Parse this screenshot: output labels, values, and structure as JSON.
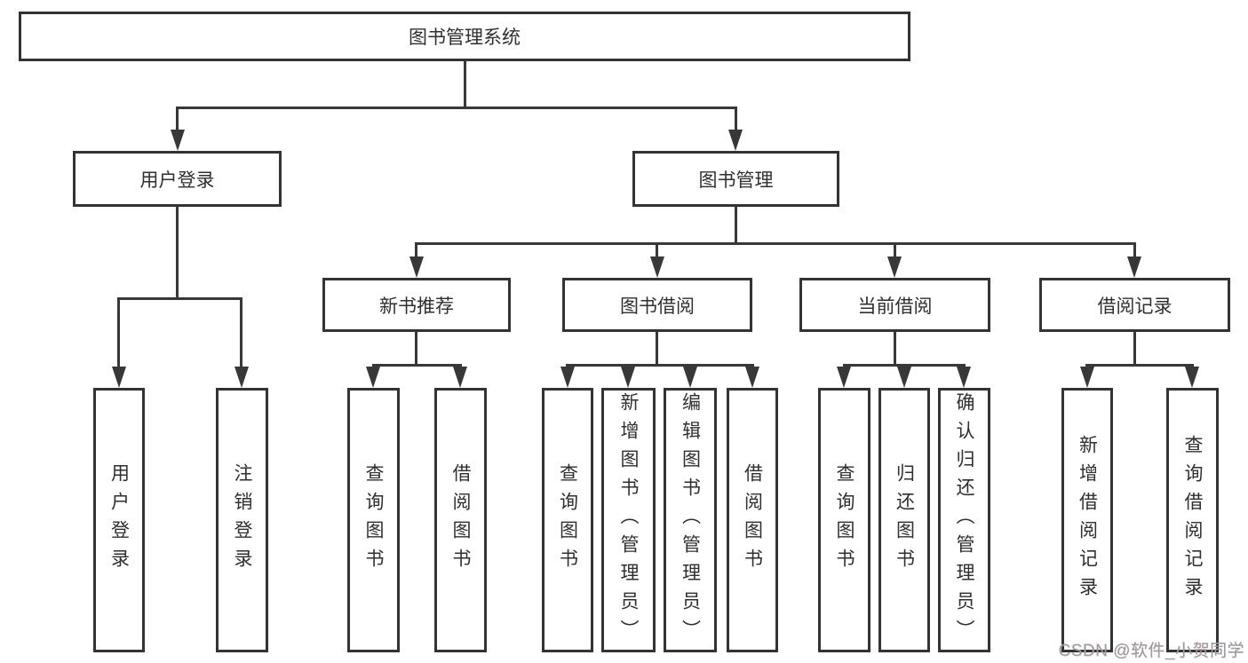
{
  "nodes": {
    "root": "图书管理系统",
    "level2": [
      "用户登录",
      "图书管理"
    ],
    "level3": [
      "新书推荐",
      "图书借阅",
      "当前借阅",
      "借阅记录"
    ]
  },
  "leaves": {
    "login": [
      "用户登录",
      "注销登录"
    ],
    "recommend": [
      "查询图书",
      "借阅图书"
    ],
    "borrow": [
      "查询图书",
      "新增图书（管理员）",
      "编辑图书（管理员）",
      "借阅图书"
    ],
    "current": [
      "查询图书",
      "归还图书",
      "确认归还（管理员）"
    ],
    "records": [
      "新增借阅记录",
      "查询借阅记录"
    ]
  },
  "watermark": "CSDN @软件_小贺同学",
  "colors": {
    "line": "#383838",
    "box_border": "#333333",
    "text": "#2f2f2f",
    "background": "#ffffff",
    "watermark": "#9c9ca2"
  }
}
